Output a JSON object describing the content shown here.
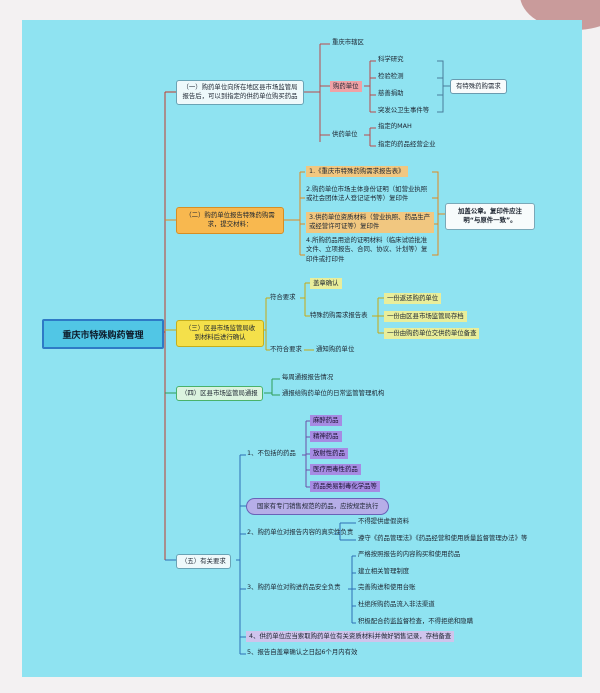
{
  "root": "重庆市特殊购药管理",
  "s1": {
    "label": "（一）购药单位向所在地区县市场监管局报告后，可以到指定的供药单位购买药品",
    "region": "重庆市辖区",
    "buyer": "购药单位",
    "buyers": [
      "科学研究",
      "检验检测",
      "慈善捐助",
      "突发公卫生事件等"
    ],
    "need": "有特殊药购需求",
    "supplier": "供药单位",
    "suppliers": [
      "指定的MAH",
      "指定的药品经营企业"
    ]
  },
  "s2": {
    "label": "（二）购药单位报告特殊药购需求，提交材料：",
    "items": [
      "1.《重庆市特殊药购需求报告表》",
      "2.购药单位市场主体身份证明（如营业执照或社会团体法人登记证书等）复印件",
      "3.供药单位资质材料（营业执照、药品生产或经营许可证等）复印件",
      "4.所购药品用途的证明材料（临床试验批准文件、立项报告、合同、协议、计划等）复印件或打印件"
    ],
    "note": "加盖公章。复印件应注明“与原件一致”。"
  },
  "s3": {
    "label": "（三）区县市场监管局收到材料后进行确认",
    "meets": "符合要求",
    "stamp": "盖章确认",
    "form": "特殊药购需求报告表",
    "copies": [
      "一份返还购药单位",
      "一份由区县市场监管局存档",
      "一份由购药单位交供药单位备查"
    ],
    "not_meets": "不符合要求",
    "notify": "通知购药单位"
  },
  "s4": {
    "label": "（四）区县市场监管局通报",
    "items": [
      "每周通报报告情况",
      "通报给购药单位的日常监管管理机构"
    ]
  },
  "s5": {
    "label": "（五）有关要求",
    "r1": {
      "label": "1、不包括的药品",
      "items": [
        "麻醉药品",
        "精神药品",
        "放射性药品",
        "医疗用毒性药品",
        "药品类易制毒化学品等"
      ]
    },
    "oval": "国家有专门销售规范的药品，应按规定执行",
    "r2": {
      "label": "2、购药单位对报告内容的真实性负责",
      "items": [
        "不得提供虚假资料",
        "遵守《药品管理法》《药品经营和使用质量监督管理办法》等"
      ]
    },
    "r3": {
      "label": "3、购药单位对购进药品安全负责",
      "items": [
        "严格按照报告的内容购买和使用药品",
        "建立相关管理制度",
        "完善购进和使用台账",
        "杜绝所购药品流入非法渠道",
        "积极配合药监监督检查，不得拒绝和隐瞒"
      ]
    },
    "r4": "4、供药单位应当索取购药单位有关资质材料并做好销售记录，存档备查",
    "r5": "5、报告自盖章确认之日起6个月内有效"
  }
}
